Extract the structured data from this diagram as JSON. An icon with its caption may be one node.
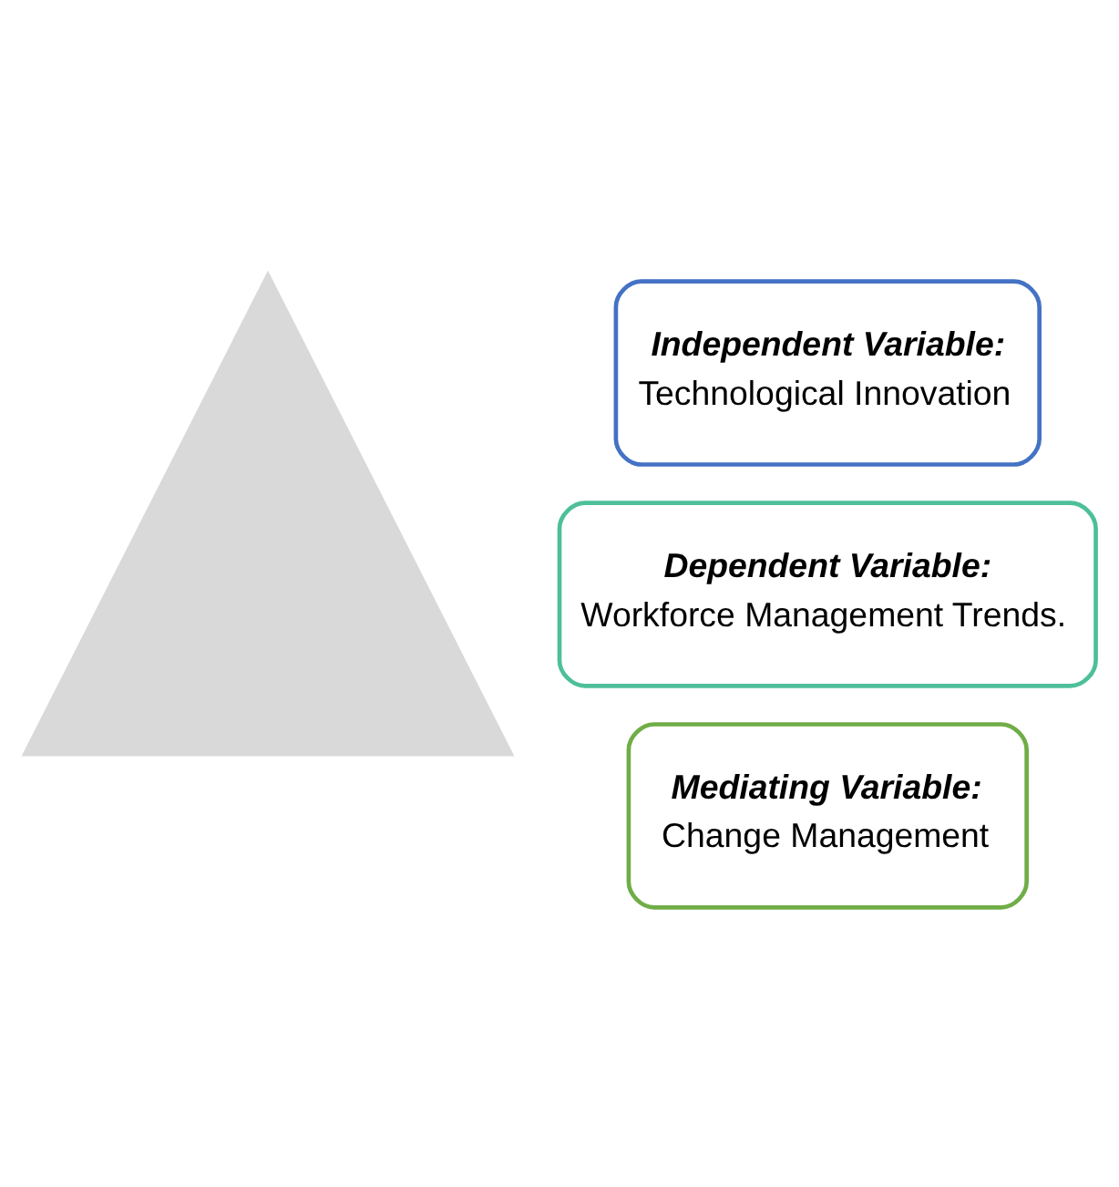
{
  "diagram": {
    "nodes": [
      {
        "text": [],
        "shape": "triangle"
      },
      {
        "text": [
          "Independent Variable:",
          "Technological Innovation"
        ]
      },
      {
        "text": [
          "Dependent Variable:",
          "Workforce Management Trends."
        ]
      },
      {
        "text": [
          "Mediating Variable:",
          "Change Management"
        ]
      }
    ],
    "edges": []
  }
}
